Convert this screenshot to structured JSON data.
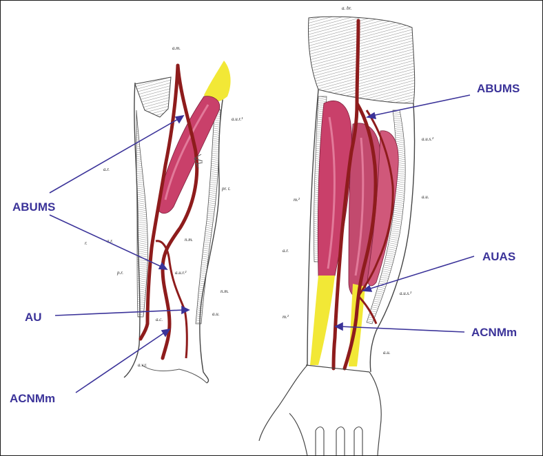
{
  "colors": {
    "artery": "#8e1c1c",
    "artery_highlight": "#c04040",
    "muscle": "#c9406a",
    "muscle_light": "#e27a9a",
    "tendon": "#f2e836",
    "outline": "#444444",
    "callout": "#3b3399"
  },
  "callouts": {
    "abums_left": "ABUMS",
    "au": "AU",
    "acnmm_left": "ACNMm",
    "abums_right": "ABUMS",
    "auas": "AUAS",
    "acnmm_right": "ACNMm"
  },
  "figure_labels": {
    "left": {
      "a_m_top": "a.m.",
      "a_u_r": "a.u.r.¹",
      "a_r": "a.r.",
      "pr_t": "pr. t.",
      "r": "r.",
      "a_r2": "a.r.",
      "n_m": "n.m.",
      "pr": "p.r.",
      "a_u_r_2": "a.u.r.²",
      "n_m_lower": "n.m.",
      "a_u": "a.u.",
      "a_c": "a.c.",
      "a_v_r": "a.v.r."
    },
    "right": {
      "a_br": "a. br.",
      "a_u_s": "a.u.s.²",
      "m_1": "m.²",
      "a_u": "a.u.",
      "a_r": "a.r.",
      "a_u_s_2": "a.u.s.²",
      "m_2": "m.²",
      "a_u_low": "a.u."
    }
  }
}
